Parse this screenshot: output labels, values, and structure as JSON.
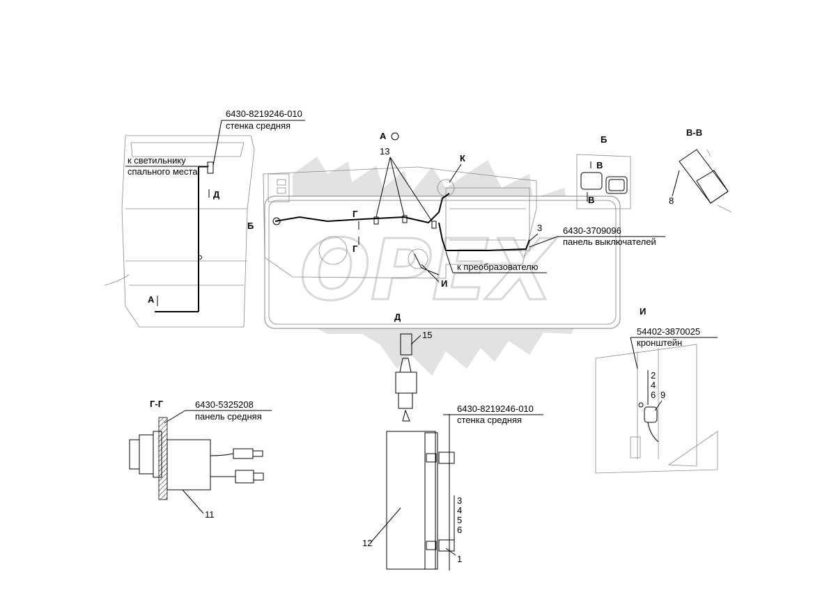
{
  "labels": {
    "top_code": "6430-8219246-010",
    "top_name": "стенка средняя",
    "to_lamp_1": "к светильнику",
    "to_lamp_2": "спального места",
    "d_arrow": "Д",
    "b_marker": "Б",
    "a_marker": "А",
    "view_a": "А",
    "callout_13": "13",
    "k_marker": "К",
    "g_marker_top": "Г",
    "g_marker_bottom": "Г",
    "i_marker": "И",
    "to_converter": "к преобразователю",
    "callout_3": "3",
    "panel_code": "6430-3709096",
    "panel_name": "панель выключателей",
    "d_bottom": "Д",
    "view_b": "Б",
    "v_upper": "В",
    "v_lower": "В",
    "view_vv": "В-В",
    "callout_8": "8",
    "view_i": "И",
    "bracket_code": "54402-3870025",
    "bracket_name": "кронштейн",
    "callout_246_2": "2",
    "callout_246_4": "4",
    "callout_246_6": "6",
    "callout_9": "9",
    "callout_15": "15",
    "view_gg": "Г-Г",
    "mid_panel_code": "6430-5325208",
    "mid_panel_name": "панель средняя",
    "callout_11": "11",
    "wall_code": "6430-8219246-010",
    "wall_name": "стенка средняя",
    "callout_3456_3": "3",
    "callout_3456_4": "4",
    "callout_3456_5": "5",
    "callout_3456_6": "6",
    "callout_12": "12",
    "callout_1": "1"
  },
  "watermark": {
    "text": "OPEX"
  }
}
